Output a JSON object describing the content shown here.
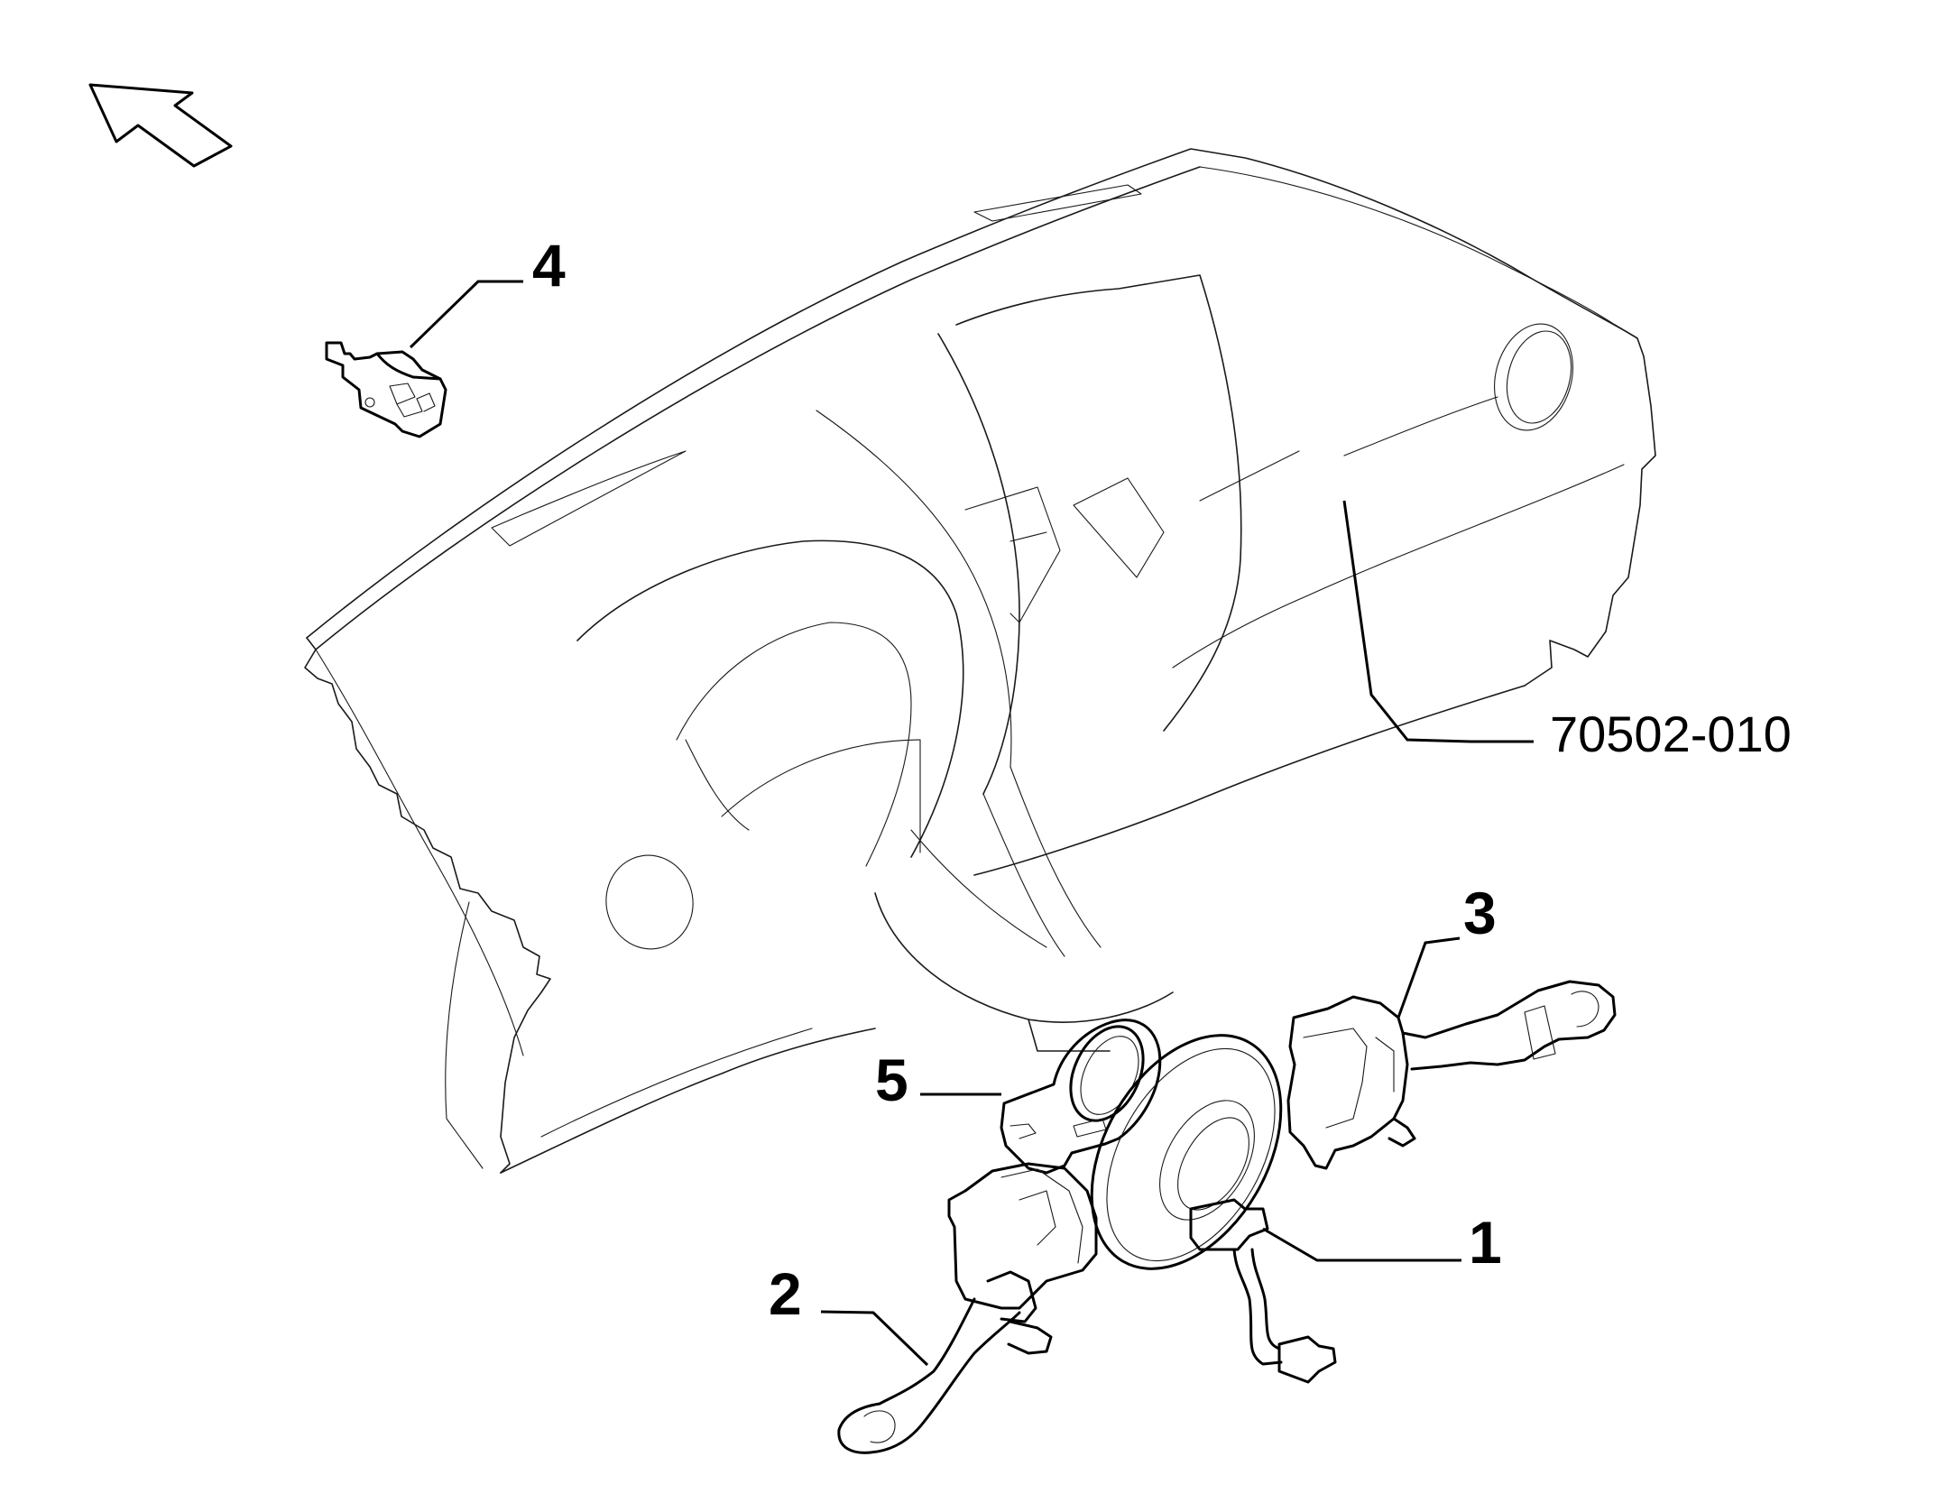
{
  "callouts": {
    "c1": "1",
    "c2": "2",
    "c3": "3",
    "c4": "4",
    "c5": "5"
  },
  "reference": "70502-010",
  "icons": {
    "direction": "direction-arrow-icon"
  }
}
